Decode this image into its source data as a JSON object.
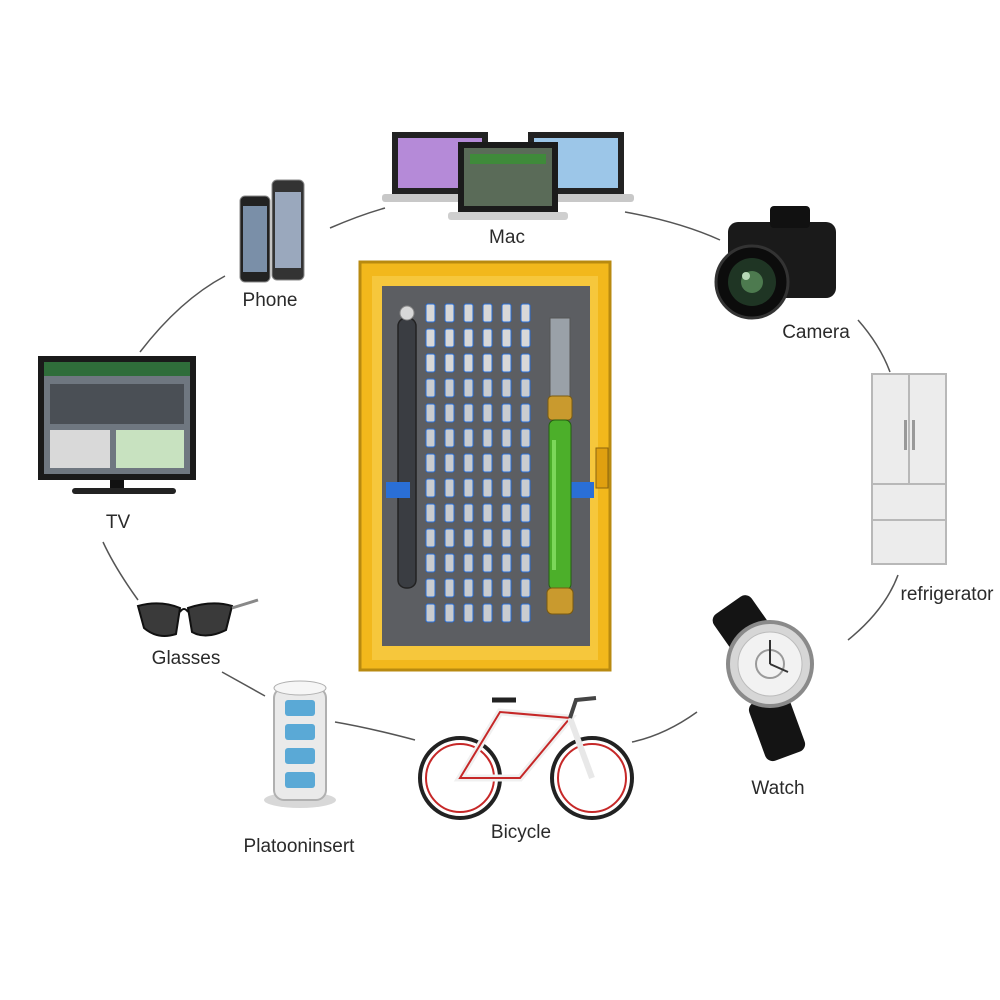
{
  "colors": {
    "case_yellow": "#f2b81c",
    "foam_gray": "#5c5e62",
    "driver_green": "#4caf2a",
    "driver_gold": "#c99a2e",
    "accent_blue": "#2a6fd6"
  },
  "items": [
    {
      "id": "mac",
      "label": "Mac",
      "icon": "laptop-icon"
    },
    {
      "id": "camera",
      "label": "Camera",
      "icon": "camera-icon"
    },
    {
      "id": "refrigerator",
      "label": "refrigerator",
      "icon": "refrigerator-icon"
    },
    {
      "id": "watch",
      "label": "Watch",
      "icon": "watch-icon"
    },
    {
      "id": "bicycle",
      "label": "Bicycle",
      "icon": "bicycle-icon"
    },
    {
      "id": "platooninsert",
      "label": "Platooninsert",
      "icon": "power-strip-icon"
    },
    {
      "id": "glasses",
      "label": "Glasses",
      "icon": "glasses-icon"
    },
    {
      "id": "tv",
      "label": "TV",
      "icon": "tv-icon"
    },
    {
      "id": "phone",
      "label": "Phone",
      "icon": "phone-icon"
    }
  ]
}
